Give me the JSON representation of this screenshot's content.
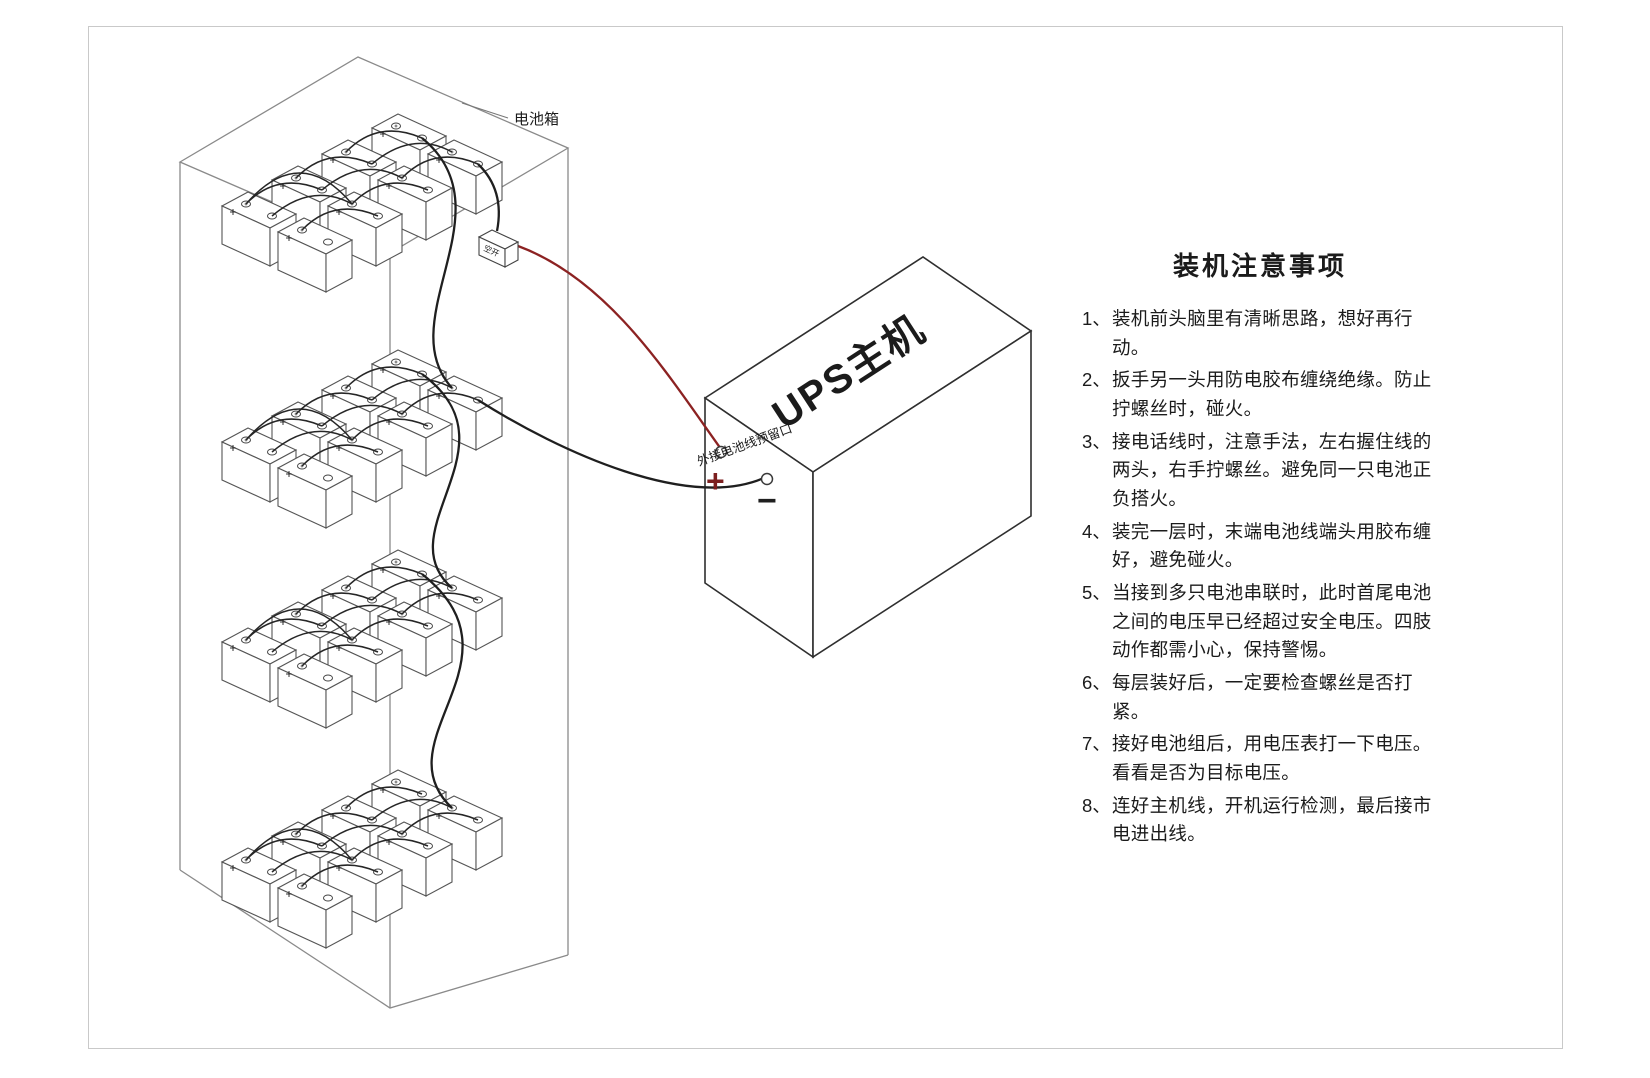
{
  "colors": {
    "wire_red": "#8c2222",
    "line": "#262626"
  },
  "diagram": {
    "cabinet_label": "电池箱",
    "breaker_label": "空开",
    "ups_title": "UPS主机",
    "port_label": "外接电池线预留口",
    "plus_sign": "+",
    "minus_sign": "−"
  },
  "notes": {
    "title": "装机注意事项",
    "items": [
      {
        "num": "1、",
        "text": "装机前头脑里有清晰思路，想好再行动。"
      },
      {
        "num": "2、",
        "text": "扳手另一头用防电胶布缠绕绝缘。防止拧螺丝时，碰火。"
      },
      {
        "num": "3、",
        "text": "接电话线时，注意手法，左右握住线的两头，右手拧螺丝。避免同一只电池正负搭火。"
      },
      {
        "num": "4、",
        "text": "装完一层时，末端电池线端头用胶布缠好，避免碰火。"
      },
      {
        "num": "5、",
        "text": "当接到多只电池串联时，此时首尾电池之间的电压早已经超过安全电压。四肢动作都需小心，保持警惕。"
      },
      {
        "num": "6、",
        "text": "每层装好后，一定要检查螺丝是否打紧。"
      },
      {
        "num": "7、",
        "text": "接好电池组后，用电压表打一下电压。看看是否为目标电压。"
      },
      {
        "num": "8、",
        "text": "连好主机线，开机运行检测，最后接市电进出线。"
      }
    ]
  }
}
